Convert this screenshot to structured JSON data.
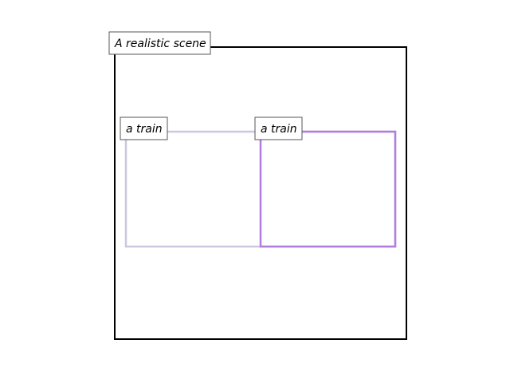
{
  "scene": {
    "label": "A realistic scene",
    "border_color": "#000000"
  },
  "objects": [
    {
      "label": "a train",
      "color": "#ccc8e0"
    },
    {
      "label": "a train",
      "color": "#b07de0"
    }
  ]
}
